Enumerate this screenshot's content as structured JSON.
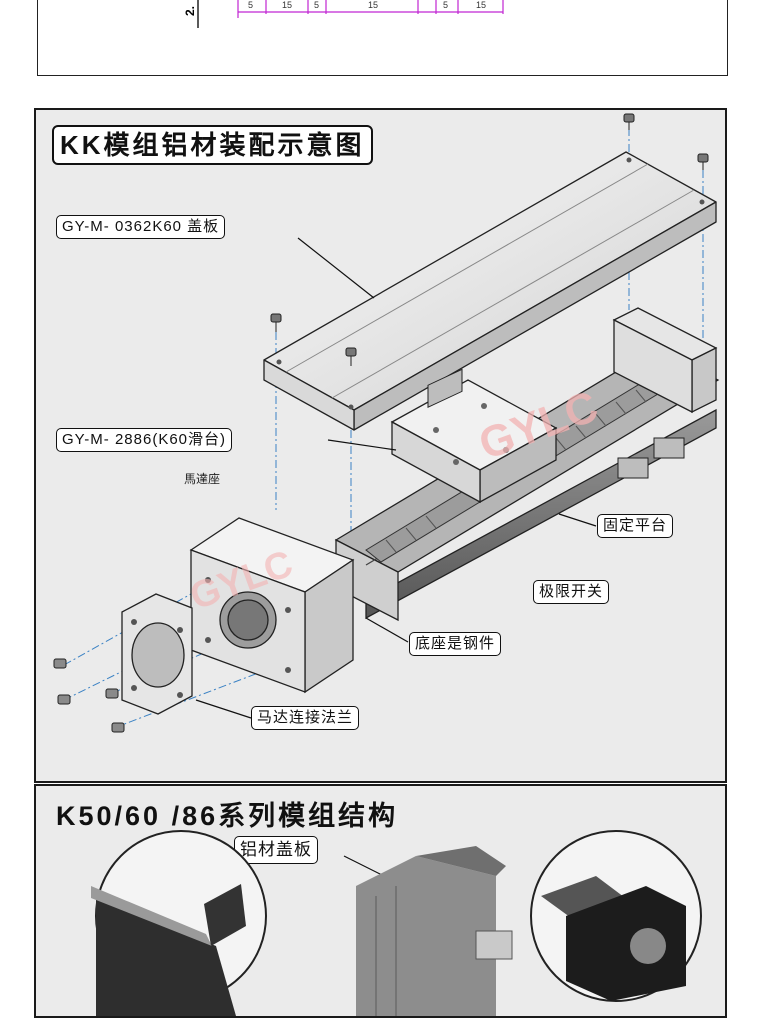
{
  "top_drawing": {
    "dimension_label": "2.",
    "dims": [
      "5",
      "15",
      "5",
      "15",
      "5",
      "15"
    ]
  },
  "assembly_panel": {
    "title": "KK模组铝材装配示意图",
    "callouts": {
      "cover": "GY-M- 0362K60 盖板",
      "slide": "GY-M- 2886(K60滑台)",
      "motor_seat": "馬達座",
      "fixed_platform": "固定平台",
      "limit_switch": "极限开关",
      "base_steel": "底座是钢件",
      "motor_flange": "马达连接法兰"
    },
    "watermark": "GYLC"
  },
  "series_panel": {
    "title": "K50/60 /86系列模组结构",
    "callout": "铝材盖板"
  }
}
